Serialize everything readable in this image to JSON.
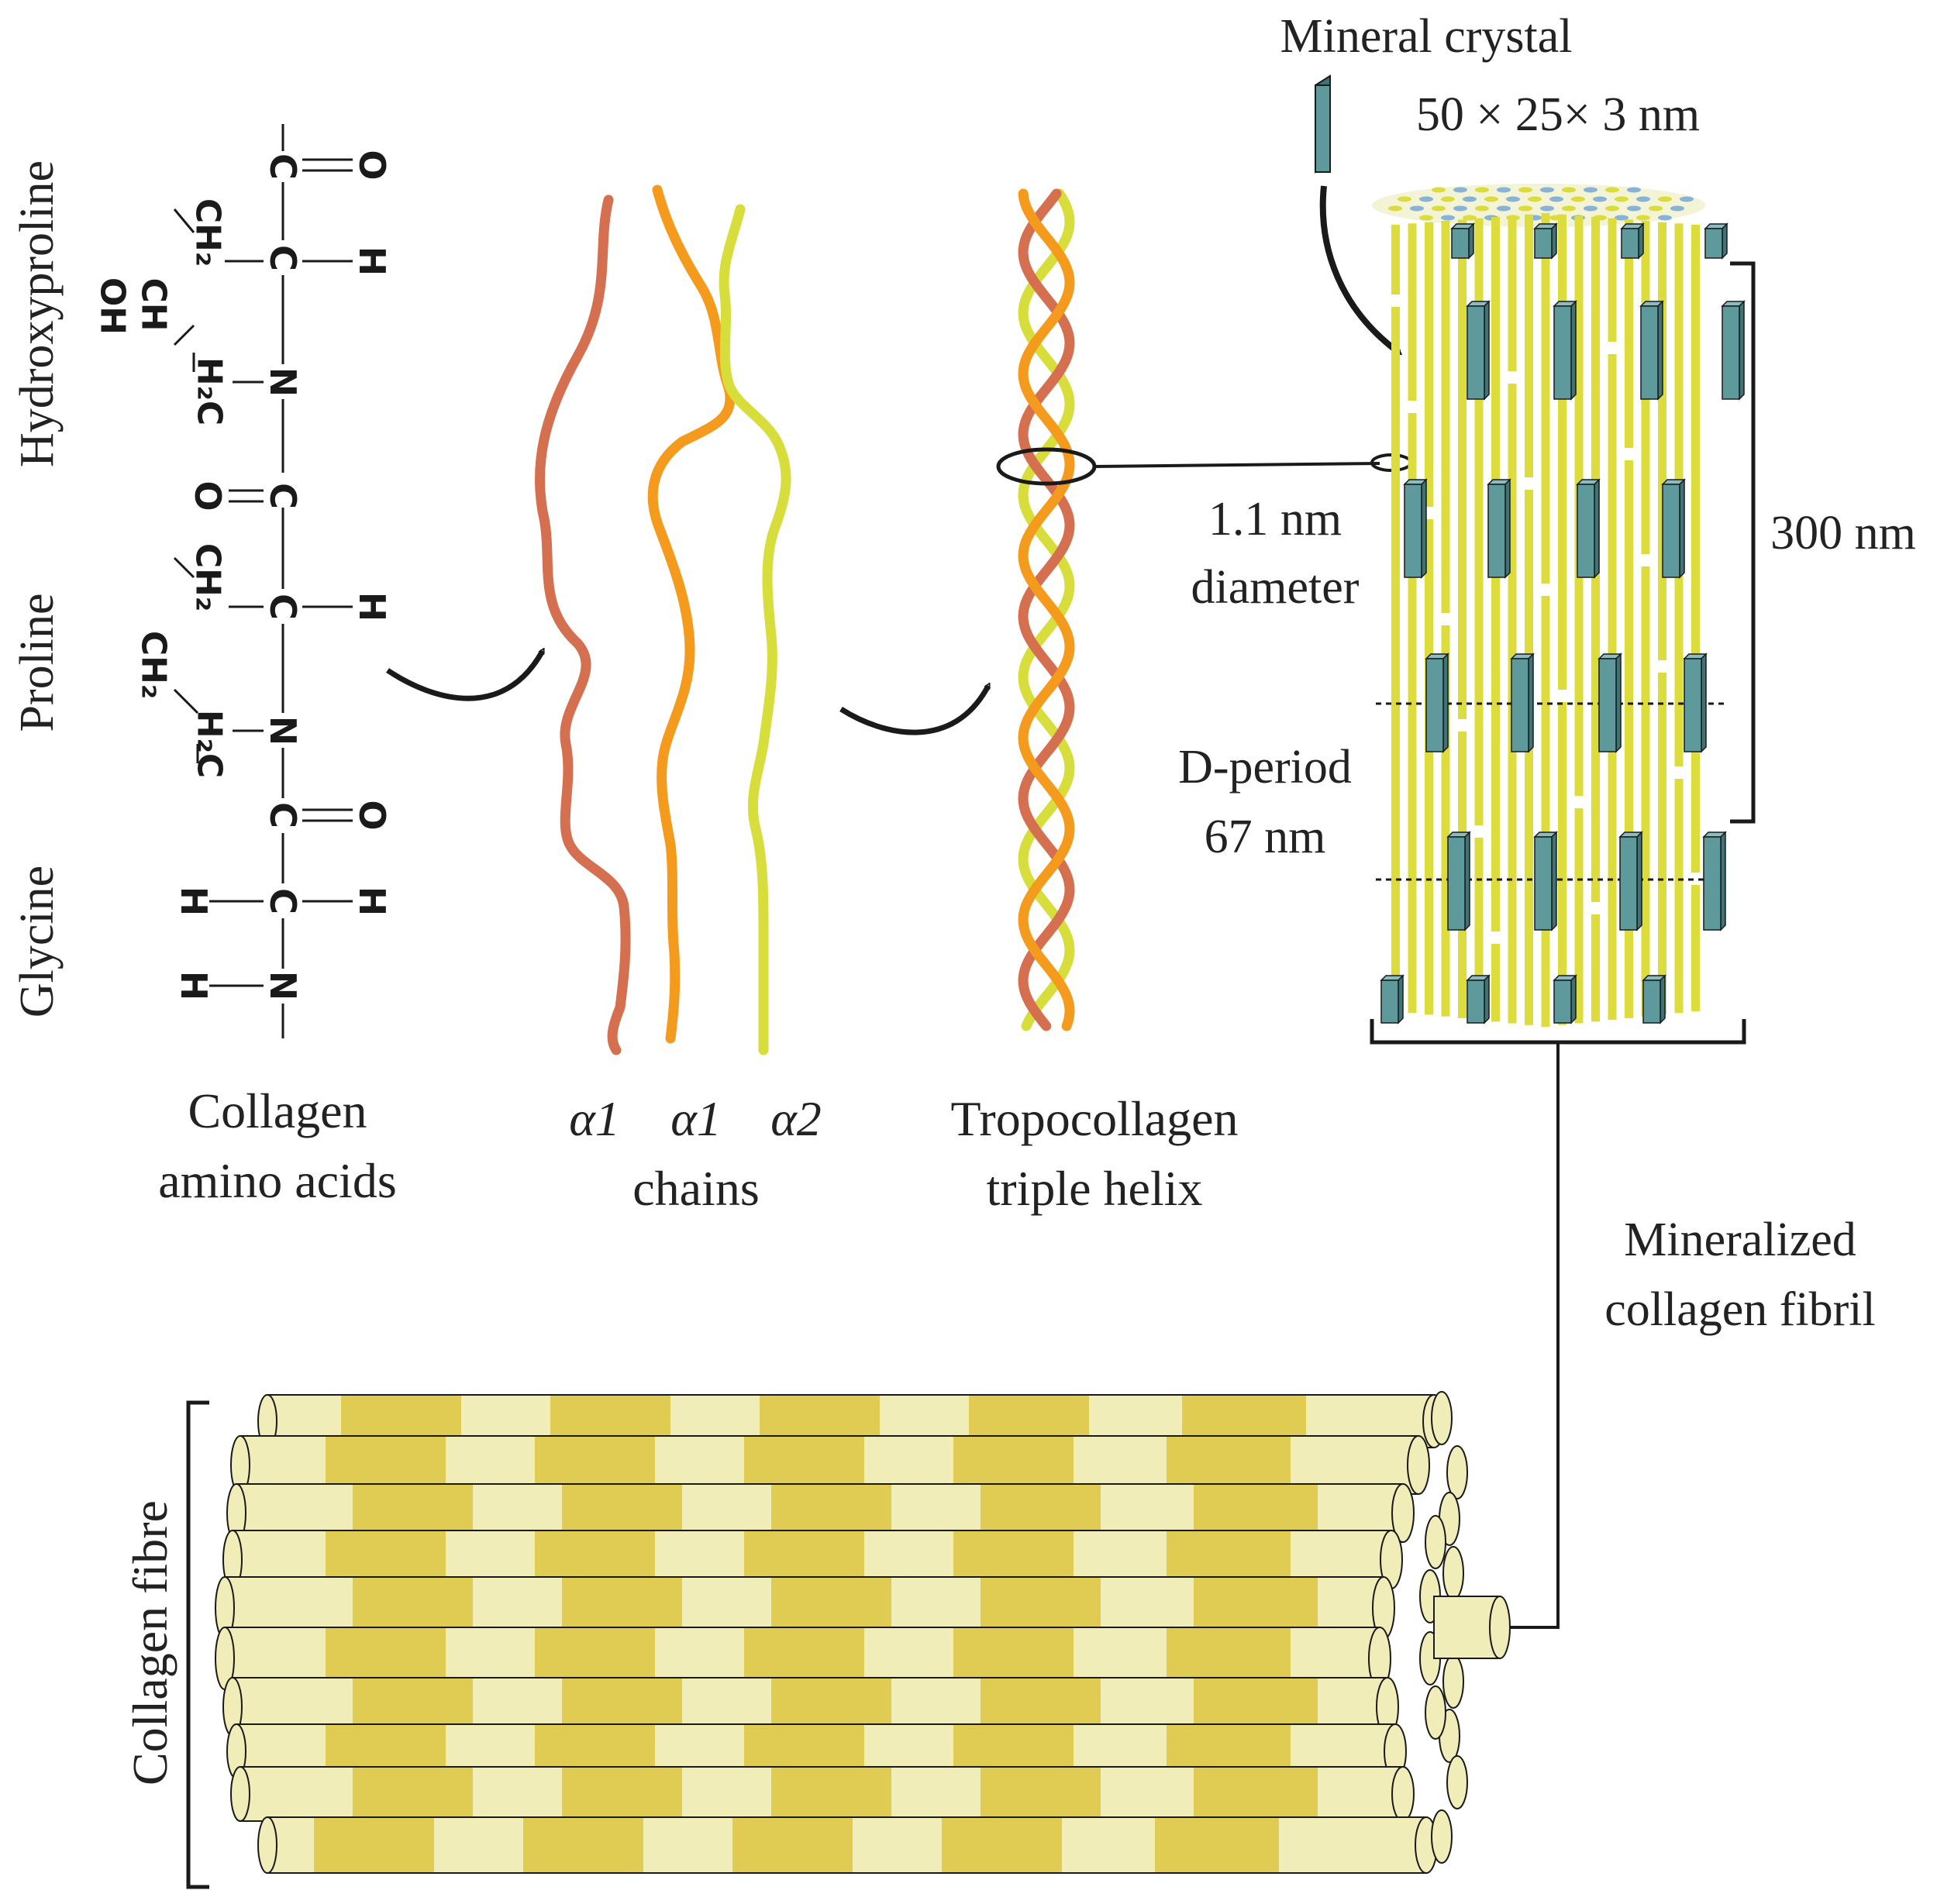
{
  "colors": {
    "chain_red": "#D4704F",
    "chain_orange": "#F49B1E",
    "chain_yellow": "#D7DD3A",
    "fibril_yellow": "#DCDC3C",
    "crystal_teal": "#5E9A9C",
    "crystal_teal_dark": "#3F7477",
    "fibre_light": "#F1EDB8",
    "fibre_dark": "#E0CC52",
    "ink": "#1a1a1a"
  },
  "amino_acids": {
    "side_labels": {
      "hydroxyproline": "Hydroxyproline",
      "proline": "Proline",
      "glycine": "Glycine"
    },
    "caption": {
      "line1": "Collagen",
      "line2": "amino acids"
    },
    "atoms": {
      "c": "C",
      "n": "N",
      "h": "H",
      "o": "O",
      "ch2": "CH₂",
      "h2c": "H₂C",
      "ch": "CH",
      "oh": "OH"
    }
  },
  "chains": {
    "labels": {
      "a1_first": "α1",
      "a1_second": "α1",
      "a2": "α2"
    },
    "caption": "chains"
  },
  "triple_helix": {
    "caption": {
      "line1": "Tropocollagen",
      "line2": "triple helix"
    }
  },
  "fibril": {
    "mineral_crystal_label": "Mineral crystal",
    "crystal_size_label": "50 × 25× 3 nm",
    "diameter_label": {
      "line1": "1.1 nm",
      "line2": "diameter"
    },
    "length_label": "300 nm",
    "d_period_label": {
      "line1": "D-period",
      "line2": "67 nm"
    },
    "caption": {
      "line1": "Mineralized",
      "line2": "collagen fibril"
    }
  },
  "fibre": {
    "label": "Collagen fibre"
  }
}
